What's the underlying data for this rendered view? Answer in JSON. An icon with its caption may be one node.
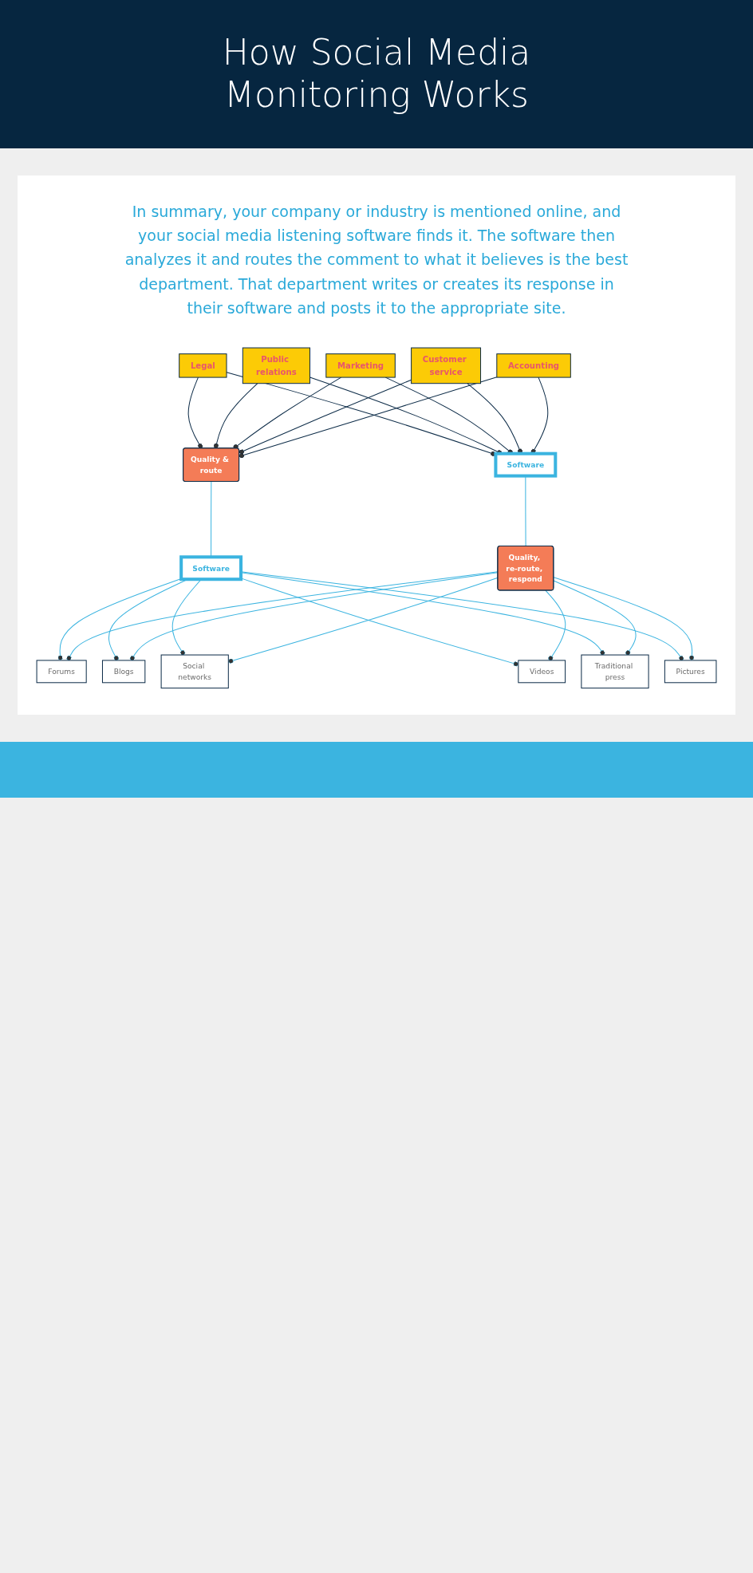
{
  "diagram": {
    "title": "How Social Media Monitoring Works",
    "nodes": [
      {
        "text": [
          "Legal"
        ]
      },
      {
        "text": [
          "Public relations"
        ]
      },
      {
        "text": [
          "Marketing"
        ]
      },
      {
        "text": [
          "Customer service"
        ]
      },
      {
        "text": [
          "Accounting"
        ]
      },
      {
        "text": [
          "Quality & route"
        ]
      },
      {
        "text": [
          "Software"
        ]
      },
      {
        "text": [
          "Software"
        ]
      },
      {
        "text": [
          "Quality, re-route, respond"
        ]
      },
      {
        "text": [
          "Forums"
        ]
      },
      {
        "text": [
          "Blogs"
        ]
      },
      {
        "text": [
          "Social networks"
        ]
      },
      {
        "text": [
          "Videos"
        ]
      },
      {
        "text": [
          "Traditional press"
        ]
      },
      {
        "text": [
          "Pictures"
        ]
      }
    ],
    "edges": [
      {
        "from": 0,
        "to": 5,
        "arrow": "other",
        "color": "#0d2c48"
      },
      {
        "from": 1,
        "to": 5,
        "arrow": "other",
        "color": "#0d2c48"
      },
      {
        "from": 2,
        "to": 5,
        "arrow": "other",
        "color": "#0d2c48"
      },
      {
        "from": 3,
        "to": 5,
        "arrow": "other",
        "color": "#0d2c48"
      },
      {
        "from": 4,
        "to": 5,
        "arrow": "other",
        "color": "#0d2c48"
      },
      {
        "from": 0,
        "to": 6,
        "arrow": "other",
        "color": "#0d2c48"
      },
      {
        "from": 1,
        "to": 6,
        "arrow": "other",
        "color": "#0d2c48"
      },
      {
        "from": 2,
        "to": 6,
        "arrow": "other",
        "color": "#0d2c48"
      },
      {
        "from": 3,
        "to": 6,
        "arrow": "other",
        "color": "#0d2c48"
      },
      {
        "from": 4,
        "to": 6,
        "arrow": "other",
        "color": "#0d2c48"
      },
      {
        "from": 5,
        "to": 7,
        "arrow": "none"
      },
      {
        "from": 6,
        "to": 8,
        "arrow": "none"
      },
      {
        "from": 7,
        "to": 9,
        "arrow": "other"
      },
      {
        "from": 7,
        "to": 10,
        "arrow": "other"
      },
      {
        "from": 7,
        "to": 11,
        "arrow": "other"
      },
      {
        "from": 7,
        "to": 12,
        "arrow": "other"
      },
      {
        "from": 7,
        "to": 13,
        "arrow": "other"
      },
      {
        "from": 7,
        "to": 14,
        "arrow": "other"
      },
      {
        "from": 8,
        "to": 9,
        "arrow": "other"
      },
      {
        "from": 8,
        "to": 10,
        "arrow": "other"
      },
      {
        "from": 8,
        "to": 11,
        "arrow": "other"
      },
      {
        "from": 8,
        "to": 12,
        "arrow": "other"
      },
      {
        "from": 8,
        "to": 13,
        "arrow": "other"
      },
      {
        "from": 8,
        "to": 14,
        "arrow": "other"
      }
    ],
    "labels": [
      "In summary, your company or industry is mentioned online, and your social media listening software finds it. The software then analyzes it and routes the comment to what it believes is the best department. That department writes or creates its response in their software and posts it to the appropriate site."
    ]
  }
}
